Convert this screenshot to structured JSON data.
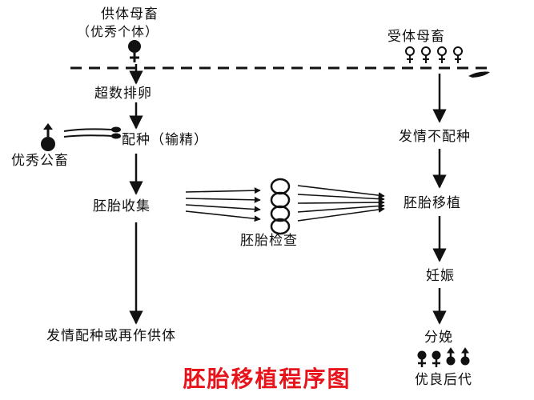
{
  "diagram": {
    "title": "胚胎移植程序图",
    "donor": {
      "label": "供体母畜",
      "sublabel": "（优秀个体）"
    },
    "recipient": {
      "label": "受体母畜"
    },
    "steps_left": {
      "superovulation": "超数排卵",
      "insemination": "配种（输精）",
      "embryo_collection": "胚胎收集",
      "rebreed": "发情配种或再作供体"
    },
    "sire": {
      "label": "优秀公畜"
    },
    "embryo_check": "胚胎检查",
    "steps_right": {
      "estrus_no_breed": "发情不配种",
      "transfer": "胚胎移植",
      "pregnancy": "妊娠",
      "birth": "分娩",
      "offspring": "优良后代"
    }
  }
}
